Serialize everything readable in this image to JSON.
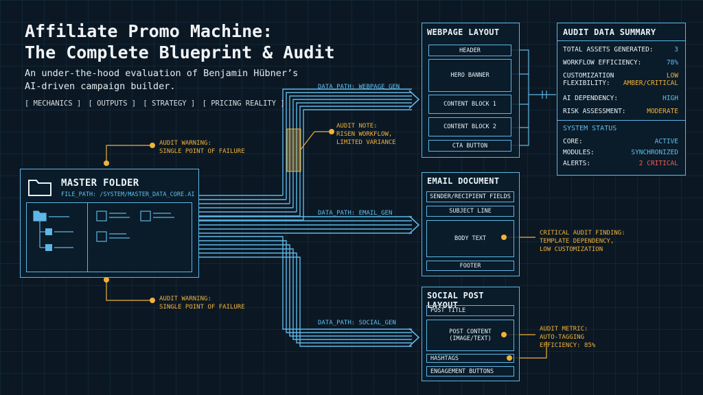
{
  "title": {
    "line1": "Affiliate Promo Machine:",
    "line2": "The Complete Blueprint & Audit"
  },
  "subtitle": {
    "line1": "An under-the-hood evaluation of Benjamin Hübner’s",
    "line2": "AI-driven campaign builder."
  },
  "nav": [
    "[ MECHANICS ]",
    "[ OUTPUTS ]",
    "[ STRATEGY ]",
    "[ PRICING REALITY ]"
  ],
  "master_folder": {
    "title": "MASTER FOLDER",
    "file_path": "FILE_PATH: /SYSTEM/MASTER_DATA_CORE.AI"
  },
  "warnings": {
    "top": {
      "line1": "AUDIT WARNING:",
      "line2": "SINGLE POINT OF FAILURE"
    },
    "bottom": {
      "line1": "AUDIT WARNING:",
      "line2": "SINGLE POINT OF FAILURE"
    },
    "note": {
      "line1": "AUDIT NOTE:",
      "line2": "RISEN WORKFLOW,",
      "line3": "LIMITED VARIANCE"
    }
  },
  "data_paths": {
    "webpage": "DATA_PATH: WEBPAGE_GEN",
    "email": "DATA_PATH: EMAIL_GEN",
    "social": "DATA_PATH: SOCIAL_GEN"
  },
  "webpage": {
    "title": "WEBPAGE LAYOUT",
    "slots": [
      "HEADER",
      "HERO BANNER",
      "CONTENT BLOCK 1",
      "CONTENT BLOCK 2",
      "CTA BUTTON"
    ]
  },
  "email": {
    "title": "EMAIL DOCUMENT",
    "slots": [
      "SENDER/RECIPIENT FIELDS",
      "SUBJECT LINE",
      "BODY TEXT",
      "FOOTER"
    ],
    "finding": {
      "line1": "CRITICAL AUDIT FINDING:",
      "line2": "TEMPLATE DEPENDENCY,",
      "line3": "LOW CUSTOMIZATION"
    }
  },
  "social": {
    "title": "SOCIAL POST LAYOUT",
    "slots": [
      "POST TITLE",
      "POST CONTENT",
      "(IMAGE/TEXT)",
      "HASHTAGS",
      "ENGAGEMENT BUTTONS"
    ],
    "metric": {
      "line1": "AUDIT METRIC:",
      "line2": "AUTO-TAGGING",
      "line3": "EFFICIENCY: 85%"
    }
  },
  "audit": {
    "title": "AUDIT DATA SUMMARY",
    "rows": [
      {
        "label": "TOTAL ASSETS GENERATED:",
        "value": "3"
      },
      {
        "label": "WORKFLOW EFFICIENCY:",
        "value": "78%"
      },
      {
        "label": "CUSTOMIZATION",
        "label2": "FLEXIBILITY:",
        "value": "LOW",
        "value2": "AMBER/CRITICAL"
      },
      {
        "label": "AI DEPENDENCY:",
        "value": "HIGH"
      },
      {
        "label": "RISK ASSESSMENT:",
        "value": "MODERATE"
      }
    ],
    "status_title": "SYSTEM STATUS",
    "status": [
      {
        "label": "CORE:",
        "value": "ACTIVE"
      },
      {
        "label": "MODULES:",
        "value": "SYNCHRONIZED"
      },
      {
        "label": "ALERTS:",
        "value": "2 CRITICAL"
      }
    ]
  },
  "colors": {
    "accent_blue": "#5fb7e6",
    "warning_amber": "#f1b23a",
    "critical_red": "#ff5a4e",
    "background": "#0b1824"
  }
}
